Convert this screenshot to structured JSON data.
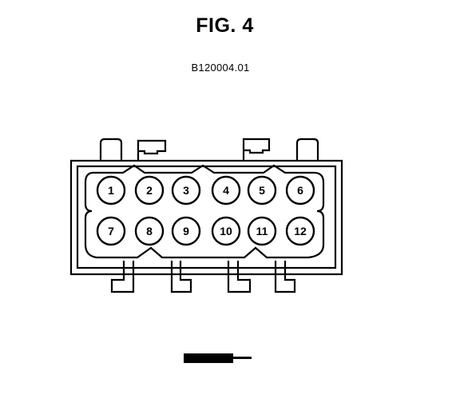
{
  "figure": {
    "title": "FIG. 4",
    "code": "B120004.01"
  },
  "connector": {
    "pin_rows": [
      [
        "1",
        "2",
        "3",
        "4",
        "5",
        "6"
      ],
      [
        "7",
        "8",
        "9",
        "10",
        "11",
        "12"
      ]
    ]
  },
  "colors": {
    "ink": "#000000",
    "paper": "#ffffff"
  }
}
